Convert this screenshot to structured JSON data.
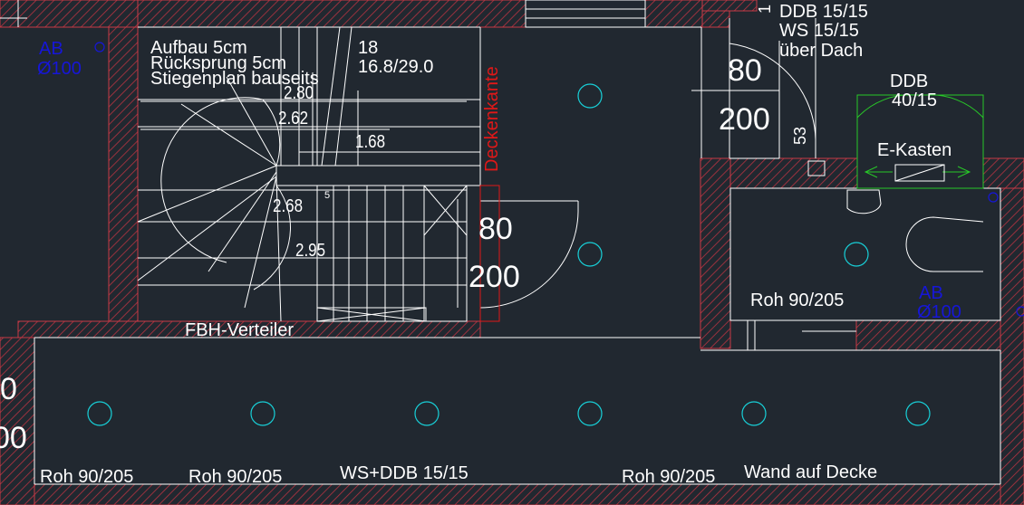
{
  "labels": {
    "aufbau": "Aufbau 5cm",
    "ruecksprung": "Rücksprung 5cm",
    "stiegenplan": "Stiegenplan bauseits",
    "steps_count": "18",
    "steps_ratio": "16.8/29.0",
    "deckenkante": "Deckenkante",
    "dim_280": "2.80",
    "dim_262": "2.62",
    "dim_168": "1.68",
    "dim_268": "2.68",
    "dim_295": "2.95",
    "dim_5": "5",
    "fbh_verteiler": "FBH-Verteiler",
    "ddb_line1": "DDB 15/15",
    "ddb_line2": "WS 15/15",
    "ddb_line3": "über Dach",
    "ddb40_line1": "DDB",
    "ddb40_line2": "40/15",
    "e_kasten": "E-Kasten",
    "roh_right_room": "Roh 90/205",
    "roh_bottom_1": "Roh 90/205",
    "roh_bottom_2": "Roh 90/205",
    "roh_bottom_3": "Roh 90/205",
    "ws_ddb": "WS+DDB 15/15",
    "wand_auf_decke": "Wand auf Decke",
    "door_top_w": "80",
    "door_top_h": "200",
    "door_mid_w": "80",
    "door_mid_h": "200",
    "vertical_53": "53",
    "left_edge_0": "0",
    "left_edge_00": "00",
    "ab_top_1": "AB",
    "ab_top_2": "Ø100",
    "ab_right_1": "AB",
    "ab_right_2": "Ø100"
  },
  "colors": {
    "background": "#212830",
    "wall_hatch": "#c83a46",
    "line_white": "#ffffff",
    "ceiling_light": "#18d0d8",
    "blue_text": "#1616d8",
    "green_window": "#28c828",
    "red_text": "#e01818"
  }
}
